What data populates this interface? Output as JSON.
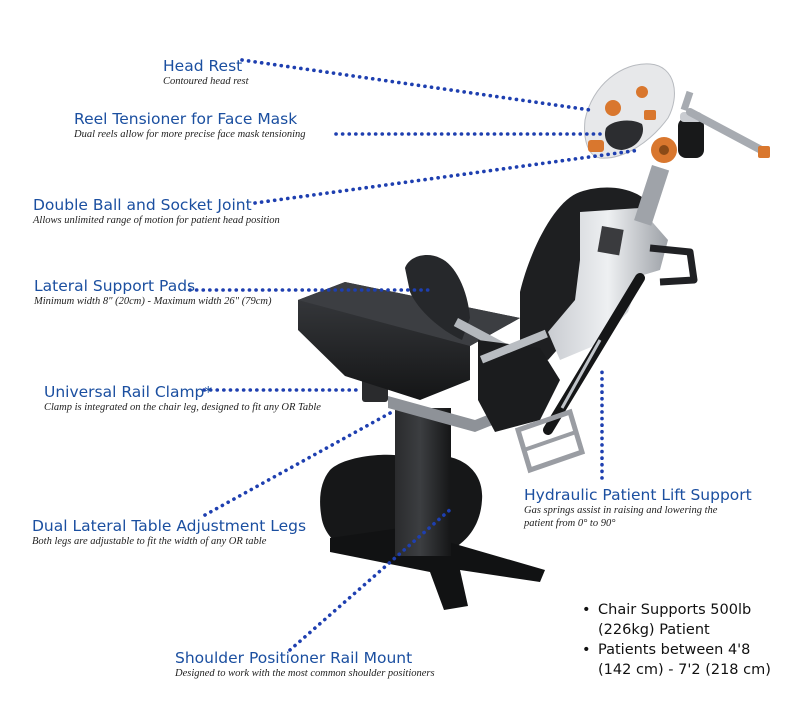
{
  "callouts": [
    {
      "id": "head-rest",
      "title": "Head Rest",
      "desc": "Contoured head rest"
    },
    {
      "id": "reel-tensioner",
      "title": "Reel Tensioner for Face Mask",
      "desc": "Dual reels allow for more precise face mask tensioning"
    },
    {
      "id": "ball-socket",
      "title": "Double Ball and Socket Joint",
      "desc": "Allows unlimited range of motion for patient head position"
    },
    {
      "id": "lateral-pads",
      "title": "Lateral Support Pads",
      "desc": "Minimum width 8\" (20cm) - Maximum width 26\" (79cm)"
    },
    {
      "id": "rail-clamp",
      "title": "Universal Rail Clamp*",
      "desc": "Clamp is integrated on the chair leg, designed to fit any OR Table"
    },
    {
      "id": "hydraulic-lift",
      "title": "Hydraulic Patient Lift Support",
      "desc_lines": [
        "Gas springs assist in raising and lowering the",
        "patient from 0° to 90°"
      ]
    },
    {
      "id": "adjust-legs",
      "title": "Dual Lateral Table Adjustment Legs",
      "desc": "Both legs are adjustable to fit the width of any OR table"
    },
    {
      "id": "rail-mount",
      "title": "Shoulder Positioner Rail Mount",
      "desc": "Designed to work with the most common shoulder positioners"
    }
  ],
  "specs": [
    {
      "lines": [
        "Chair Supports 500lb",
        "(226kg) Patient"
      ]
    },
    {
      "lines": [
        "Patients between 4'8",
        "(142 cm) - 7'2 (218 cm)"
      ]
    }
  ],
  "colors": {
    "title": "#1b4fa0",
    "leader": "#1e3fb0",
    "accent": "#d9772e",
    "frame": "#9a9da3",
    "body": "#1c1d1f"
  }
}
